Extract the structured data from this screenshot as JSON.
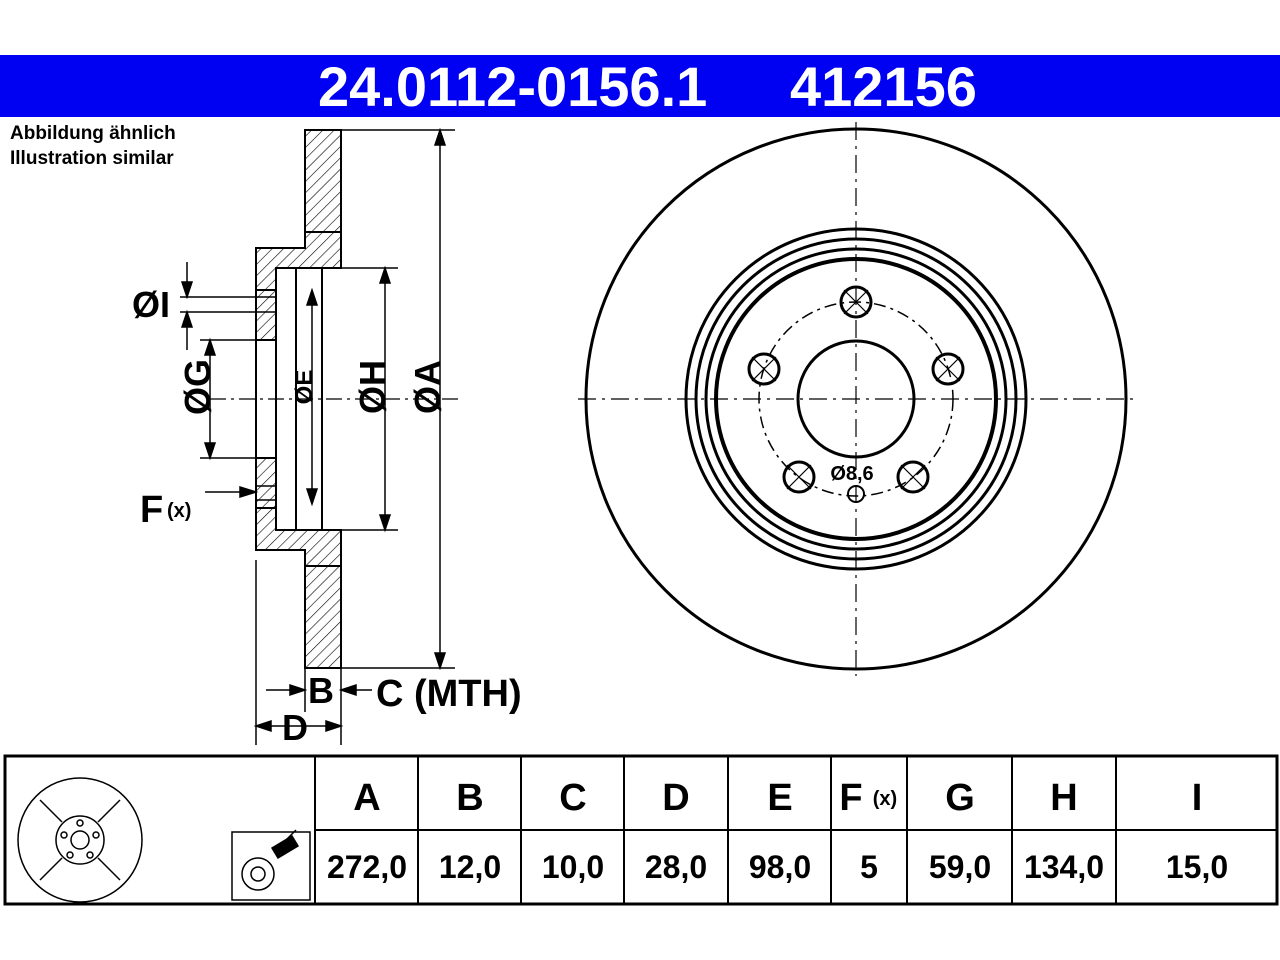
{
  "header": {
    "part_number": "24.0112-0156.1",
    "ref_number": "412156",
    "background": "#0000f2"
  },
  "notes": {
    "de": "Abbildung ähnlich",
    "en": "Illustration similar"
  },
  "section_labels": {
    "I": "ØI",
    "G": "ØG",
    "E": "ØE",
    "H": "ØH",
    "A": "ØA",
    "F": "F",
    "F_sub": "(x)",
    "B": "B",
    "C": "C (MTH)",
    "D": "D"
  },
  "front_view": {
    "bolt_hole_label": "Ø8,6",
    "bolt_count": 5
  },
  "table": {
    "headers": [
      "A",
      "B",
      "C",
      "D",
      "E",
      "F",
      "G",
      "H",
      "I"
    ],
    "f_suffix": "(x)",
    "values": [
      "272,0",
      "12,0",
      "10,0",
      "28,0",
      "98,0",
      "5",
      "59,0",
      "134,0",
      "15,0"
    ]
  }
}
